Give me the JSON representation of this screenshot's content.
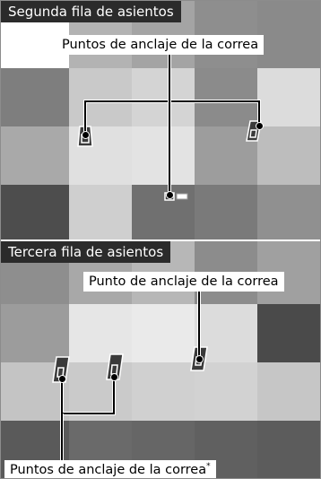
{
  "sections": {
    "second_row": {
      "title": "Segunda fila de asientos",
      "callout": "Puntos de anclaje de la correa"
    },
    "third_row": {
      "title": "Tercera fila de asientos",
      "callout_single": "Punto de anclaje de la correa",
      "callout_pair": "Puntos de anclaje de la correa",
      "callout_pair_mark": "*"
    }
  },
  "icons": {
    "anchor": "tether-anchor-icon",
    "seatbelt_buckle": "seatbelt-buckle-icon"
  },
  "colors": {
    "title_bg": "#2b2b2b",
    "label_bg": "#ffffff",
    "leader_line": "#000000"
  }
}
